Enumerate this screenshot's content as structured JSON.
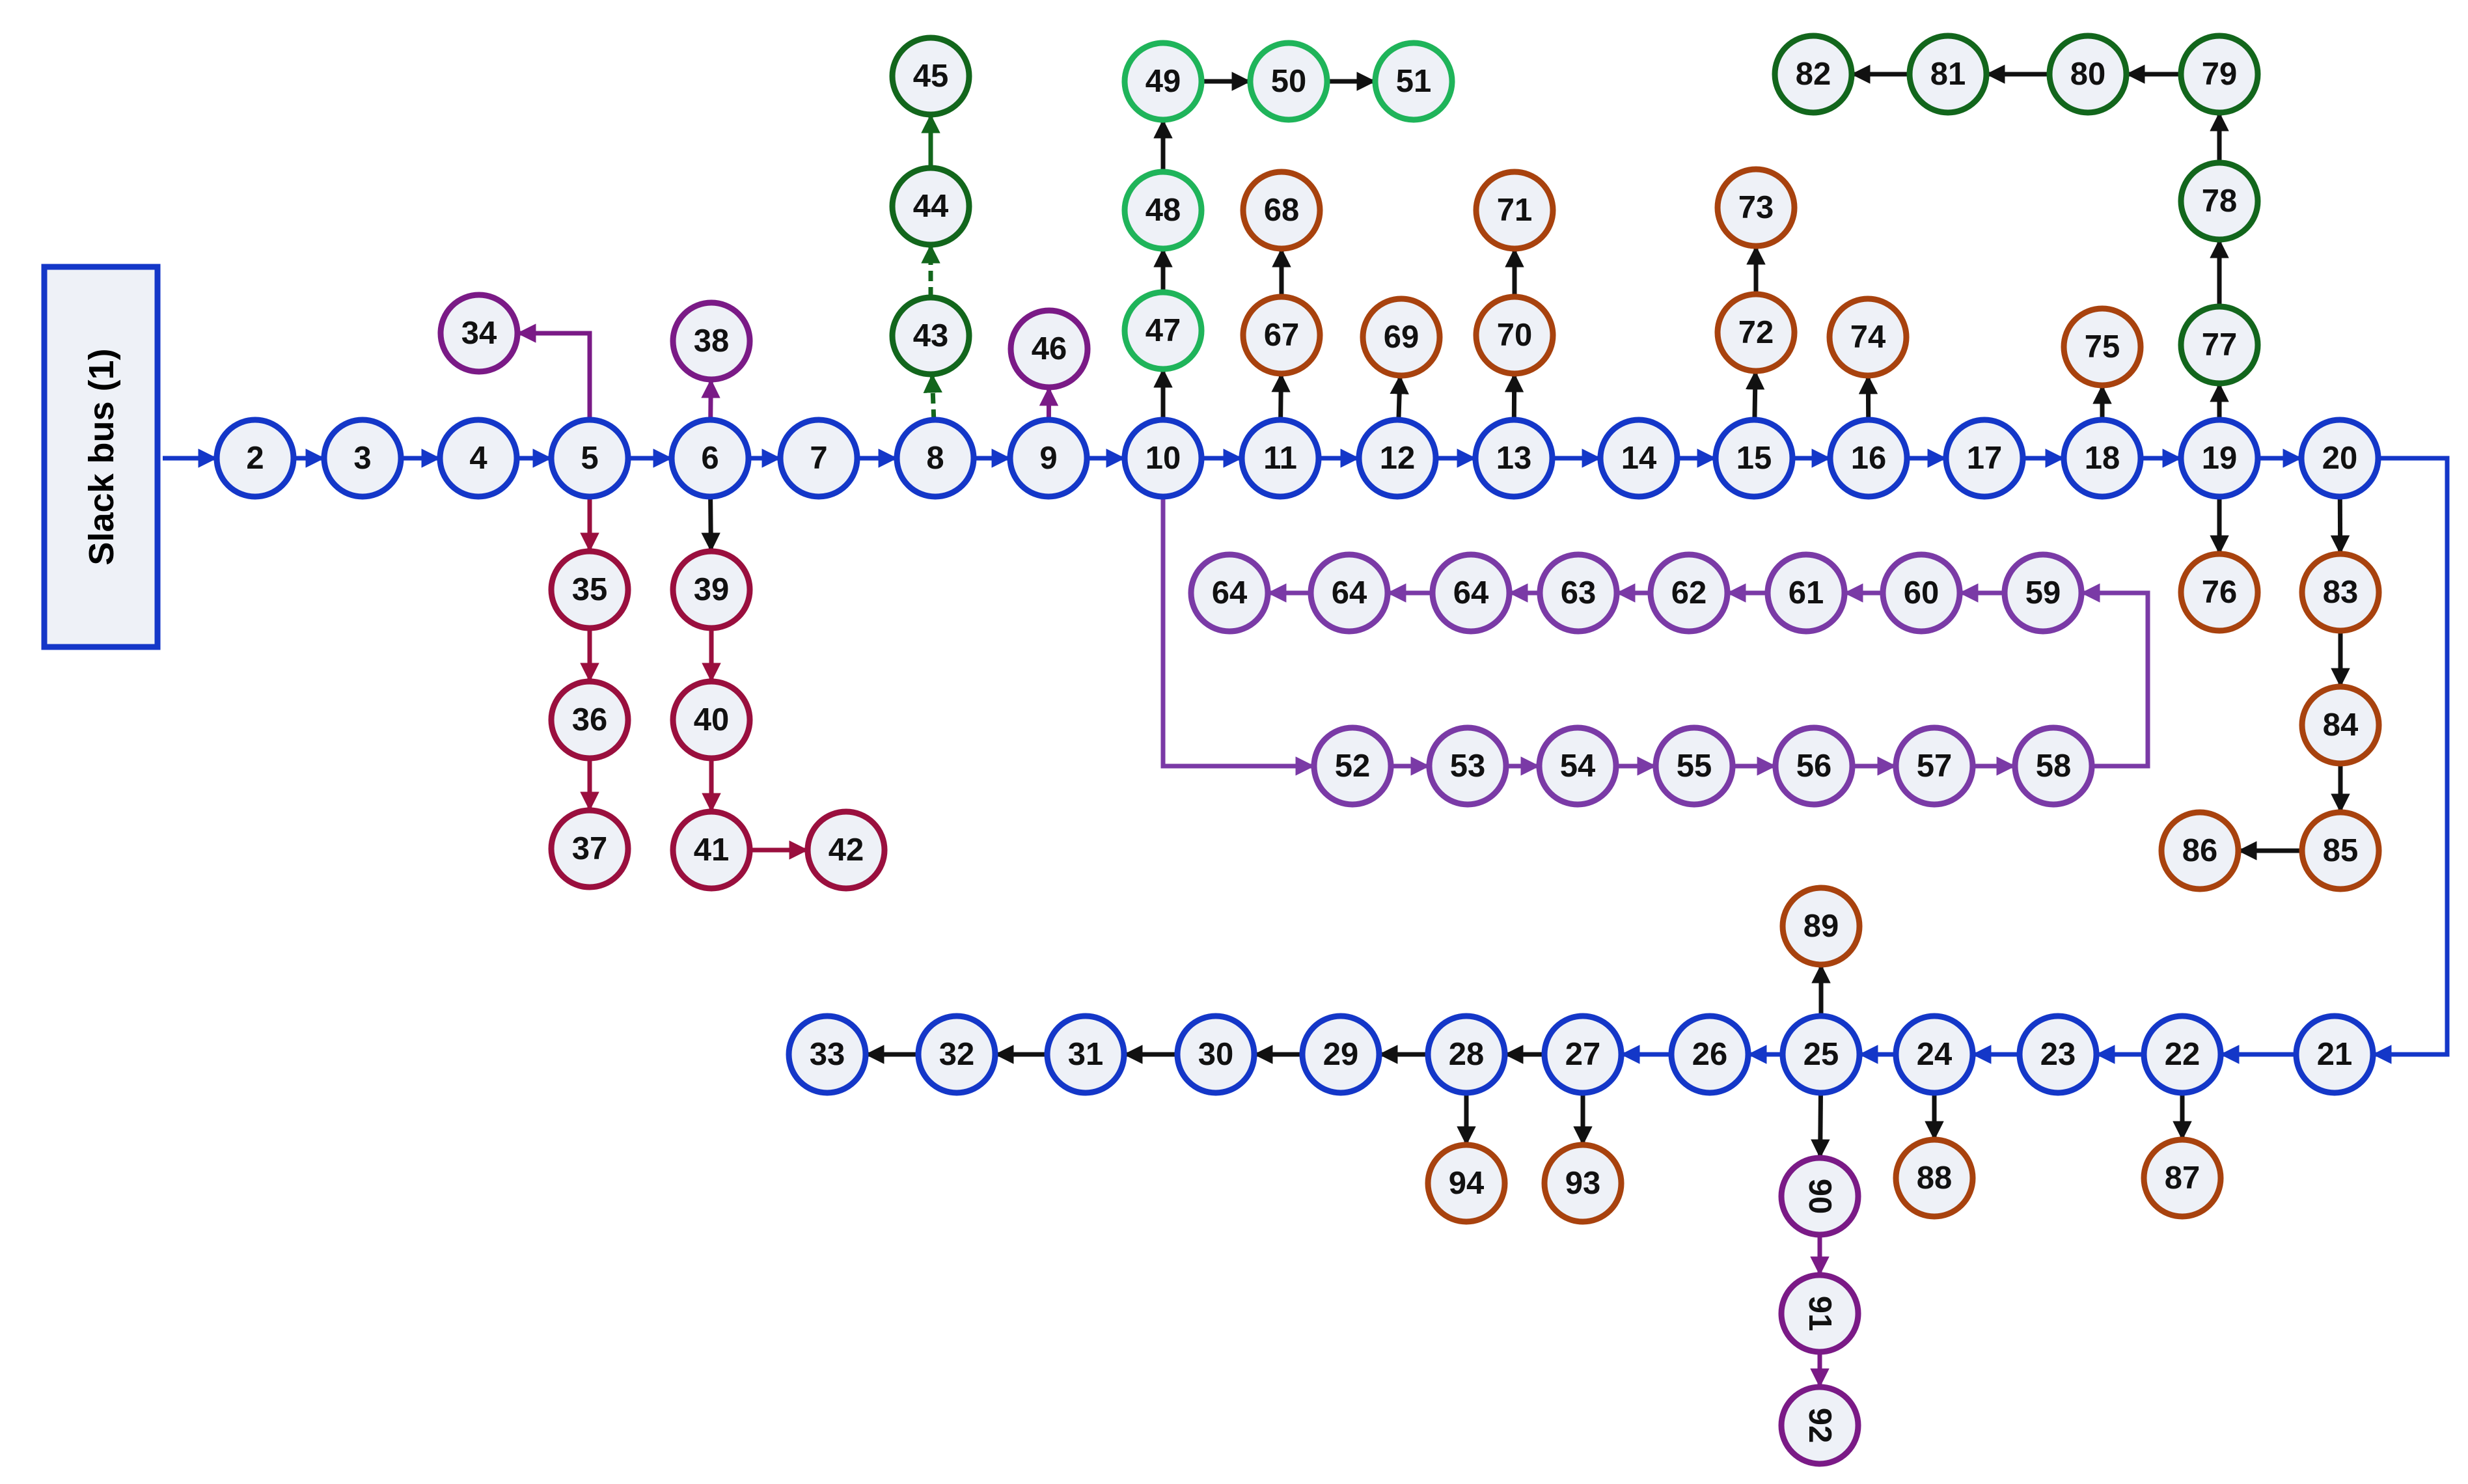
{
  "slack_bus": {
    "label": "Slack bus (1)",
    "color": "#1437c8"
  },
  "colors": {
    "blue": "#1437c8",
    "dkgreen": "#12661c",
    "ltgreen": "#1fb45a",
    "brown": "#a8420e",
    "purple": "#7a3aa6",
    "crimson": "#9a0f3e",
    "violet": "#7a1a86",
    "black": "#111111",
    "node_fill": "#eef1f7"
  },
  "nodes": [
    {
      "id": "n2",
      "label": "2",
      "color": "blue"
    },
    {
      "id": "n3",
      "label": "3",
      "color": "blue"
    },
    {
      "id": "n4",
      "label": "4",
      "color": "blue"
    },
    {
      "id": "n5",
      "label": "5",
      "color": "blue"
    },
    {
      "id": "n6",
      "label": "6",
      "color": "blue"
    },
    {
      "id": "n7",
      "label": "7",
      "color": "blue"
    },
    {
      "id": "n8",
      "label": "8",
      "color": "blue"
    },
    {
      "id": "n9",
      "label": "9",
      "color": "blue"
    },
    {
      "id": "n10",
      "label": "10",
      "color": "blue"
    },
    {
      "id": "n11",
      "label": "11",
      "color": "blue"
    },
    {
      "id": "n12",
      "label": "12",
      "color": "blue"
    },
    {
      "id": "n13",
      "label": "13",
      "color": "blue"
    },
    {
      "id": "n14",
      "label": "14",
      "color": "blue"
    },
    {
      "id": "n15",
      "label": "15",
      "color": "blue"
    },
    {
      "id": "n16",
      "label": "16",
      "color": "blue"
    },
    {
      "id": "n17",
      "label": "17",
      "color": "blue"
    },
    {
      "id": "n18",
      "label": "18",
      "color": "blue"
    },
    {
      "id": "n19",
      "label": "19",
      "color": "blue"
    },
    {
      "id": "n20",
      "label": "20",
      "color": "blue"
    },
    {
      "id": "n21",
      "label": "21",
      "color": "blue"
    },
    {
      "id": "n22",
      "label": "22",
      "color": "blue"
    },
    {
      "id": "n23",
      "label": "23",
      "color": "blue"
    },
    {
      "id": "n24",
      "label": "24",
      "color": "blue"
    },
    {
      "id": "n25",
      "label": "25",
      "color": "blue"
    },
    {
      "id": "n26",
      "label": "26",
      "color": "blue"
    },
    {
      "id": "n27",
      "label": "27",
      "color": "blue"
    },
    {
      "id": "n28",
      "label": "28",
      "color": "blue"
    },
    {
      "id": "n29",
      "label": "29",
      "color": "blue"
    },
    {
      "id": "n30",
      "label": "30",
      "color": "blue"
    },
    {
      "id": "n31",
      "label": "31",
      "color": "blue"
    },
    {
      "id": "n32",
      "label": "32",
      "color": "blue"
    },
    {
      "id": "n33",
      "label": "33",
      "color": "blue"
    },
    {
      "id": "n34",
      "label": "34",
      "color": "violet"
    },
    {
      "id": "n35",
      "label": "35",
      "color": "crimson"
    },
    {
      "id": "n36",
      "label": "36",
      "color": "crimson"
    },
    {
      "id": "n37",
      "label": "37",
      "color": "crimson"
    },
    {
      "id": "n38",
      "label": "38",
      "color": "violet"
    },
    {
      "id": "n39",
      "label": "39",
      "color": "crimson"
    },
    {
      "id": "n40",
      "label": "40",
      "color": "crimson"
    },
    {
      "id": "n41",
      "label": "41",
      "color": "crimson"
    },
    {
      "id": "n42",
      "label": "42",
      "color": "crimson"
    },
    {
      "id": "n43",
      "label": "43",
      "color": "dkgreen"
    },
    {
      "id": "n44",
      "label": "44",
      "color": "dkgreen"
    },
    {
      "id": "n45",
      "label": "45",
      "color": "dkgreen"
    },
    {
      "id": "n46",
      "label": "46",
      "color": "violet"
    },
    {
      "id": "n47",
      "label": "47",
      "color": "ltgreen"
    },
    {
      "id": "n48",
      "label": "48",
      "color": "ltgreen"
    },
    {
      "id": "n49",
      "label": "49",
      "color": "ltgreen"
    },
    {
      "id": "n50",
      "label": "50",
      "color": "ltgreen"
    },
    {
      "id": "n51",
      "label": "51",
      "color": "ltgreen"
    },
    {
      "id": "n52",
      "label": "52",
      "color": "purple"
    },
    {
      "id": "n53",
      "label": "53",
      "color": "purple"
    },
    {
      "id": "n54",
      "label": "54",
      "color": "purple"
    },
    {
      "id": "n55",
      "label": "55",
      "color": "purple"
    },
    {
      "id": "n56",
      "label": "56",
      "color": "purple"
    },
    {
      "id": "n57",
      "label": "57",
      "color": "purple"
    },
    {
      "id": "n58",
      "label": "58",
      "color": "purple"
    },
    {
      "id": "n59",
      "label": "59",
      "color": "purple"
    },
    {
      "id": "n60",
      "label": "60",
      "color": "purple"
    },
    {
      "id": "n61",
      "label": "61",
      "color": "purple"
    },
    {
      "id": "n62",
      "label": "62",
      "color": "purple"
    },
    {
      "id": "n63",
      "label": "63",
      "color": "purple"
    },
    {
      "id": "n64a",
      "label": "64",
      "color": "purple"
    },
    {
      "id": "n64b",
      "label": "64",
      "color": "purple"
    },
    {
      "id": "n64c",
      "label": "64",
      "color": "purple"
    },
    {
      "id": "n67",
      "label": "67",
      "color": "brown"
    },
    {
      "id": "n68",
      "label": "68",
      "color": "brown"
    },
    {
      "id": "n69",
      "label": "69",
      "color": "brown"
    },
    {
      "id": "n70",
      "label": "70",
      "color": "brown"
    },
    {
      "id": "n71",
      "label": "71",
      "color": "brown"
    },
    {
      "id": "n72",
      "label": "72",
      "color": "brown"
    },
    {
      "id": "n73",
      "label": "73",
      "color": "brown"
    },
    {
      "id": "n74",
      "label": "74",
      "color": "brown"
    },
    {
      "id": "n75",
      "label": "75",
      "color": "brown"
    },
    {
      "id": "n76",
      "label": "76",
      "color": "brown"
    },
    {
      "id": "n77",
      "label": "77",
      "color": "dkgreen"
    },
    {
      "id": "n78",
      "label": "78",
      "color": "dkgreen"
    },
    {
      "id": "n79",
      "label": "79",
      "color": "dkgreen"
    },
    {
      "id": "n80",
      "label": "80",
      "color": "dkgreen"
    },
    {
      "id": "n81",
      "label": "81",
      "color": "dkgreen"
    },
    {
      "id": "n82",
      "label": "82",
      "color": "dkgreen"
    },
    {
      "id": "n83",
      "label": "83",
      "color": "brown"
    },
    {
      "id": "n84",
      "label": "84",
      "color": "brown"
    },
    {
      "id": "n85",
      "label": "85",
      "color": "brown"
    },
    {
      "id": "n86",
      "label": "86",
      "color": "brown"
    },
    {
      "id": "n87",
      "label": "87",
      "color": "brown"
    },
    {
      "id": "n88",
      "label": "88",
      "color": "brown"
    },
    {
      "id": "n89",
      "label": "89",
      "color": "brown"
    },
    {
      "id": "n90",
      "label": "90",
      "color": "violet",
      "rotated": true
    },
    {
      "id": "n91",
      "label": "91",
      "color": "violet",
      "rotated": true
    },
    {
      "id": "n92",
      "label": "92",
      "color": "violet",
      "rotated": true
    },
    {
      "id": "n93",
      "label": "93",
      "color": "brown"
    },
    {
      "id": "n94",
      "label": "94",
      "color": "brown"
    }
  ],
  "edges": [
    {
      "from": "slack",
      "to": "n2",
      "color": "blue"
    },
    {
      "from": "n2",
      "to": "n3",
      "color": "blue"
    },
    {
      "from": "n3",
      "to": "n4",
      "color": "blue"
    },
    {
      "from": "n4",
      "to": "n5",
      "color": "blue"
    },
    {
      "from": "n5",
      "to": "n6",
      "color": "blue"
    },
    {
      "from": "n6",
      "to": "n7",
      "color": "blue"
    },
    {
      "from": "n7",
      "to": "n8",
      "color": "blue"
    },
    {
      "from": "n8",
      "to": "n9",
      "color": "blue"
    },
    {
      "from": "n9",
      "to": "n10",
      "color": "blue"
    },
    {
      "from": "n10",
      "to": "n11",
      "color": "blue"
    },
    {
      "from": "n11",
      "to": "n12",
      "color": "blue"
    },
    {
      "from": "n12",
      "to": "n13",
      "color": "blue"
    },
    {
      "from": "n13",
      "to": "n14",
      "color": "blue"
    },
    {
      "from": "n14",
      "to": "n15",
      "color": "blue"
    },
    {
      "from": "n15",
      "to": "n16",
      "color": "blue"
    },
    {
      "from": "n16",
      "to": "n17",
      "color": "blue"
    },
    {
      "from": "n17",
      "to": "n18",
      "color": "blue"
    },
    {
      "from": "n18",
      "to": "n19",
      "color": "blue"
    },
    {
      "from": "n19",
      "to": "n20",
      "color": "blue"
    },
    {
      "from": "n20",
      "to": "n21",
      "color": "blue",
      "route": "feeder"
    },
    {
      "from": "n21",
      "to": "n22",
      "color": "blue"
    },
    {
      "from": "n22",
      "to": "n23",
      "color": "blue"
    },
    {
      "from": "n23",
      "to": "n24",
      "color": "blue"
    },
    {
      "from": "n24",
      "to": "n25",
      "color": "blue"
    },
    {
      "from": "n25",
      "to": "n26",
      "color": "blue"
    },
    {
      "from": "n26",
      "to": "n27",
      "color": "blue"
    },
    {
      "from": "n27",
      "to": "n28",
      "color": "black"
    },
    {
      "from": "n28",
      "to": "n29",
      "color": "black"
    },
    {
      "from": "n29",
      "to": "n30",
      "color": "black"
    },
    {
      "from": "n30",
      "to": "n31",
      "color": "black"
    },
    {
      "from": "n31",
      "to": "n32",
      "color": "black"
    },
    {
      "from": "n32",
      "to": "n33",
      "color": "black"
    },
    {
      "from": "n5",
      "to": "n34",
      "color": "violet",
      "route": "elbow-up-left"
    },
    {
      "from": "n5",
      "to": "n35",
      "color": "crimson"
    },
    {
      "from": "n35",
      "to": "n36",
      "color": "crimson"
    },
    {
      "from": "n36",
      "to": "n37",
      "color": "crimson"
    },
    {
      "from": "n6",
      "to": "n38",
      "color": "violet"
    },
    {
      "from": "n6",
      "to": "n39",
      "color": "black"
    },
    {
      "from": "n39",
      "to": "n40",
      "color": "crimson"
    },
    {
      "from": "n40",
      "to": "n41",
      "color": "crimson"
    },
    {
      "from": "n41",
      "to": "n42",
      "color": "crimson"
    },
    {
      "from": "n8",
      "to": "n43",
      "color": "dkgreen",
      "dashed": true
    },
    {
      "from": "n43",
      "to": "n44",
      "color": "dkgreen",
      "dashed": true
    },
    {
      "from": "n44",
      "to": "n45",
      "color": "dkgreen"
    },
    {
      "from": "n9",
      "to": "n46",
      "color": "violet"
    },
    {
      "from": "n10",
      "to": "n47",
      "color": "black"
    },
    {
      "from": "n47",
      "to": "n48",
      "color": "black"
    },
    {
      "from": "n48",
      "to": "n49",
      "color": "black"
    },
    {
      "from": "n49",
      "to": "n50",
      "color": "black"
    },
    {
      "from": "n50",
      "to": "n51",
      "color": "black"
    },
    {
      "from": "n10",
      "to": "n52",
      "color": "purple",
      "route": "elbow-down-right"
    },
    {
      "from": "n52",
      "to": "n53",
      "color": "purple"
    },
    {
      "from": "n53",
      "to": "n54",
      "color": "purple"
    },
    {
      "from": "n54",
      "to": "n55",
      "color": "purple"
    },
    {
      "from": "n55",
      "to": "n56",
      "color": "purple"
    },
    {
      "from": "n56",
      "to": "n57",
      "color": "purple"
    },
    {
      "from": "n57",
      "to": "n58",
      "color": "purple"
    },
    {
      "from": "n58",
      "to": "n59",
      "color": "purple",
      "route": "loop-right"
    },
    {
      "from": "n59",
      "to": "n60",
      "color": "purple"
    },
    {
      "from": "n60",
      "to": "n61",
      "color": "purple"
    },
    {
      "from": "n61",
      "to": "n62",
      "color": "purple"
    },
    {
      "from": "n62",
      "to": "n63",
      "color": "purple"
    },
    {
      "from": "n63",
      "to": "n64a",
      "color": "purple"
    },
    {
      "from": "n64a",
      "to": "n64b",
      "color": "purple"
    },
    {
      "from": "n64b",
      "to": "n64c",
      "color": "purple"
    },
    {
      "from": "n11",
      "to": "n67",
      "color": "black"
    },
    {
      "from": "n67",
      "to": "n68",
      "color": "black"
    },
    {
      "from": "n12",
      "to": "n69",
      "color": "black"
    },
    {
      "from": "n13",
      "to": "n70",
      "color": "black"
    },
    {
      "from": "n70",
      "to": "n71",
      "color": "black"
    },
    {
      "from": "n15",
      "to": "n72",
      "color": "black"
    },
    {
      "from": "n72",
      "to": "n73",
      "color": "black"
    },
    {
      "from": "n16",
      "to": "n74",
      "color": "black"
    },
    {
      "from": "n18",
      "to": "n75",
      "color": "black"
    },
    {
      "from": "n19",
      "to": "n76",
      "color": "black"
    },
    {
      "from": "n19",
      "to": "n77",
      "color": "black"
    },
    {
      "from": "n77",
      "to": "n78",
      "color": "black"
    },
    {
      "from": "n78",
      "to": "n79",
      "color": "black"
    },
    {
      "from": "n79",
      "to": "n80",
      "color": "black"
    },
    {
      "from": "n80",
      "to": "n81",
      "color": "black"
    },
    {
      "from": "n81",
      "to": "n82",
      "color": "black"
    },
    {
      "from": "n20",
      "to": "n83",
      "color": "black"
    },
    {
      "from": "n83",
      "to": "n84",
      "color": "black"
    },
    {
      "from": "n84",
      "to": "n85",
      "color": "black"
    },
    {
      "from": "n85",
      "to": "n86",
      "color": "black"
    },
    {
      "from": "n22",
      "to": "n87",
      "color": "black"
    },
    {
      "from": "n24",
      "to": "n88",
      "color": "black"
    },
    {
      "from": "n25",
      "to": "n89",
      "color": "black"
    },
    {
      "from": "n25",
      "to": "n90",
      "color": "black"
    },
    {
      "from": "n90",
      "to": "n91",
      "color": "violet"
    },
    {
      "from": "n91",
      "to": "n92",
      "color": "violet"
    },
    {
      "from": "n27",
      "to": "n93",
      "color": "black"
    },
    {
      "from": "n28",
      "to": "n94",
      "color": "black"
    }
  ]
}
